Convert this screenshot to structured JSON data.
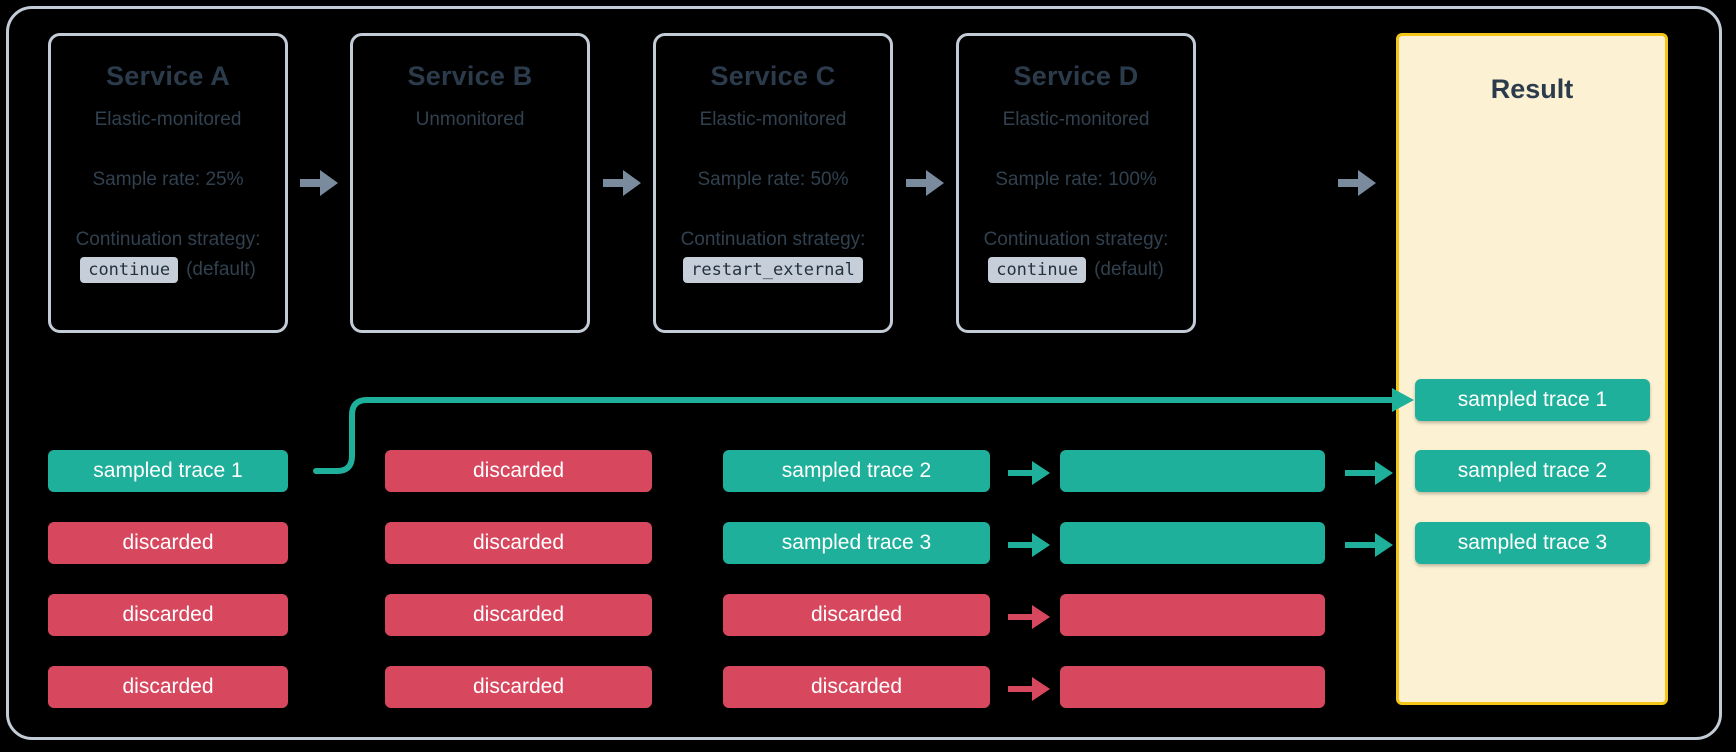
{
  "diagram": {
    "title": "Distributed tracing sampling continuation across services",
    "colors": {
      "background": "#000000",
      "frame_border": "#c3ccd6",
      "card_border": "#c3ccd6",
      "card_text": "#31414f",
      "card_title": "#2b3b4c",
      "sampled_green": "#1fb09b",
      "discarded_red": "#d7485f",
      "result_panel_bg": "#fcf2d3",
      "result_panel_border": "#f5c518",
      "gray_arrow": "#7a8b9e",
      "code_badge_bg": "#c6cfd9"
    }
  },
  "services": [
    {
      "id": "service-a",
      "title": "Service A",
      "monitoring": "Elastic-monitored",
      "sample_rate": "Sample rate: 25%",
      "continuation_label": "Continuation strategy:",
      "continuation_value": "continue",
      "continuation_note": "(default)",
      "has_details": true
    },
    {
      "id": "service-b",
      "title": "Service B",
      "monitoring": "Unmonitored",
      "sample_rate": "",
      "continuation_label": "",
      "continuation_value": "",
      "continuation_note": "",
      "has_details": false
    },
    {
      "id": "service-c",
      "title": "Service C",
      "monitoring": "Elastic-monitored",
      "sample_rate": "Sample rate: 50%",
      "continuation_label": "Continuation strategy:",
      "continuation_value": "restart_external",
      "continuation_note": "",
      "has_details": true
    },
    {
      "id": "service-d",
      "title": "Service D",
      "monitoring": "Elastic-monitored",
      "sample_rate": "Sample rate: 100%",
      "continuation_label": "Continuation strategy:",
      "continuation_value": "continue",
      "continuation_note": "(default)",
      "has_details": true
    }
  ],
  "result": {
    "title": "Result",
    "traces": [
      {
        "label": "sampled trace 1",
        "state": "sampled"
      },
      {
        "label": "sampled trace 2",
        "state": "sampled"
      },
      {
        "label": "sampled trace 3",
        "state": "sampled"
      }
    ]
  },
  "columns": [
    {
      "service": "service-a",
      "traces": [
        {
          "label": "sampled trace 1",
          "state": "sampled"
        },
        {
          "label": "discarded",
          "state": "discarded"
        },
        {
          "label": "discarded",
          "state": "discarded"
        },
        {
          "label": "discarded",
          "state": "discarded"
        }
      ]
    },
    {
      "service": "service-b",
      "traces": [
        {
          "label": "discarded",
          "state": "discarded"
        },
        {
          "label": "discarded",
          "state": "discarded"
        },
        {
          "label": "discarded",
          "state": "discarded"
        },
        {
          "label": "discarded",
          "state": "discarded"
        }
      ]
    },
    {
      "service": "service-c",
      "traces": [
        {
          "label": "sampled trace 2",
          "state": "sampled"
        },
        {
          "label": "sampled trace 3",
          "state": "sampled"
        },
        {
          "label": "discarded",
          "state": "discarded"
        },
        {
          "label": "discarded",
          "state": "discarded"
        }
      ]
    },
    {
      "service": "service-d",
      "traces": [
        {
          "label": "",
          "state": "sampled"
        },
        {
          "label": "",
          "state": "sampled"
        },
        {
          "label": "",
          "state": "discarded"
        },
        {
          "label": "",
          "state": "discarded"
        }
      ]
    }
  ],
  "flow_arrows": {
    "service_chain": [
      "a-to-b",
      "b-to-c",
      "c-to-d",
      "d-to-result"
    ],
    "bypass_note": "sampled trace 1 from Service A routes directly to Result"
  }
}
